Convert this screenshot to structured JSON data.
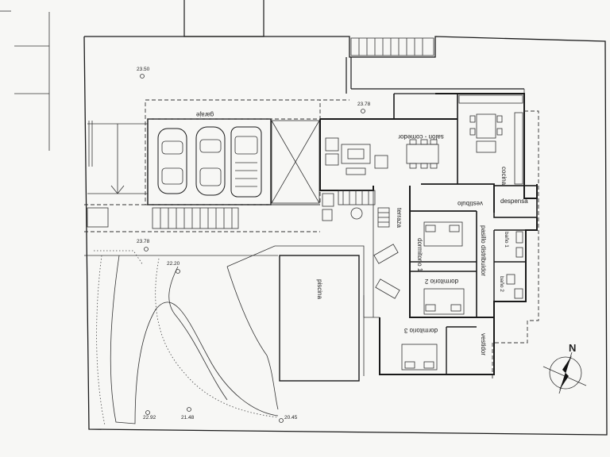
{
  "rooms": {
    "garage": "garaje",
    "living": "salón - comedor",
    "kitchen": "cocina",
    "pantry": "despensa",
    "vestibule": "vestíbulo",
    "terrace": "terraza",
    "hallway": "pasillo distribuidor",
    "bedroom1": "dormitorio 1",
    "bedroom2": "dormitorio 2",
    "bedroom3": "dormitorio 3",
    "bath1": "baño 1",
    "bath2": "baño 2",
    "dressing": "vestidor",
    "pool": "piscina"
  },
  "levels": [
    "23.50",
    "23.78",
    "23.78",
    "22.20",
    "22.92",
    "21.48",
    "20.45"
  ],
  "compass": {
    "north": "N"
  }
}
